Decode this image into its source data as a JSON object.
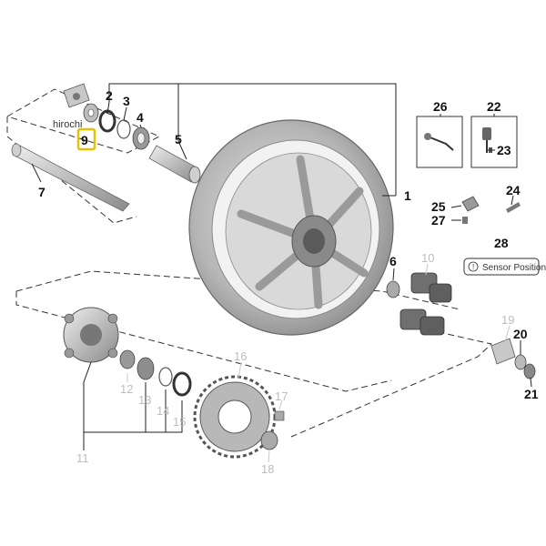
{
  "watermark": "hirochi",
  "sensor_label": "Sensor Position",
  "callouts": {
    "p1": "1",
    "p2": "2",
    "p3": "3",
    "p4": "4",
    "p5": "5",
    "p6": "6",
    "p7": "7",
    "p8_highlighted": "9",
    "p10": "10",
    "p11": "11",
    "p12": "12",
    "p13": "13",
    "p14": "14",
    "p15": "15",
    "p16": "16",
    "p17": "17",
    "p18": "18",
    "p19": "19",
    "p20": "20",
    "p21": "21",
    "p22": "22",
    "p23": "23",
    "p24": "24",
    "p25": "25",
    "p26": "26",
    "p27": "27",
    "p28": "28"
  },
  "colors": {
    "highlight": "#e3c400",
    "part_grey": "#9a9a9a",
    "inactive_label": "#bdbdbd"
  }
}
